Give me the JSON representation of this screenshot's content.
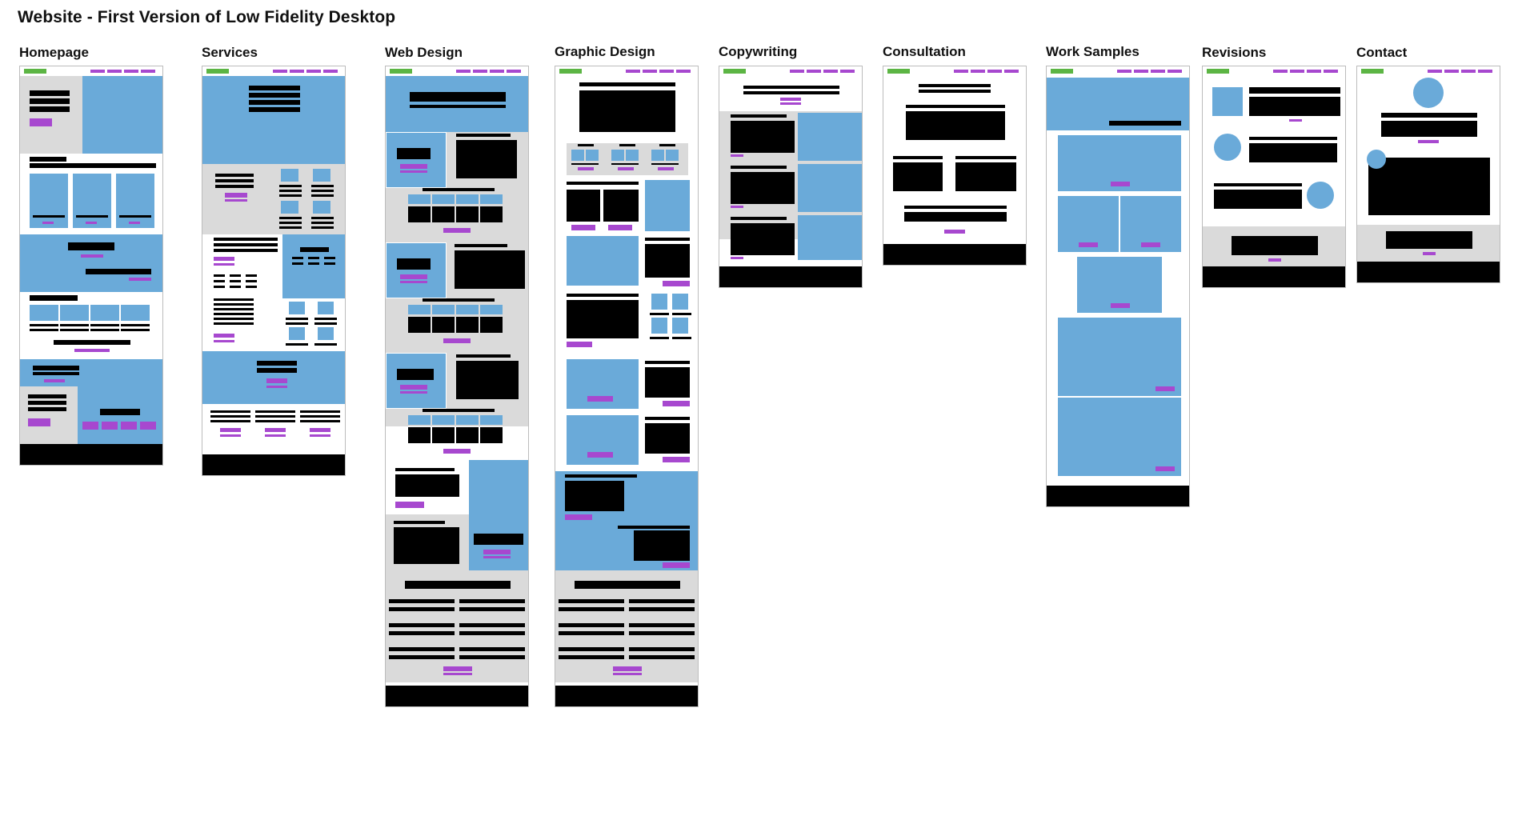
{
  "board": {
    "title": "Website - First Version of Low Fidelity Desktop"
  },
  "colors": {
    "logo": "#5cb544",
    "nav_link": "#a748cf",
    "image_placeholder": "#6aaad9",
    "section_background": "#dadada",
    "text_block": "#000000",
    "button": "#a748cf"
  },
  "pages": [
    {
      "title": "Homepage"
    },
    {
      "title": "Services"
    },
    {
      "title": "Web Design"
    },
    {
      "title": "Graphic Design"
    },
    {
      "title": "Copywriting"
    },
    {
      "title": "Consultation"
    },
    {
      "title": "Work Samples"
    },
    {
      "title": "Revisions"
    },
    {
      "title": "Contact"
    }
  ]
}
